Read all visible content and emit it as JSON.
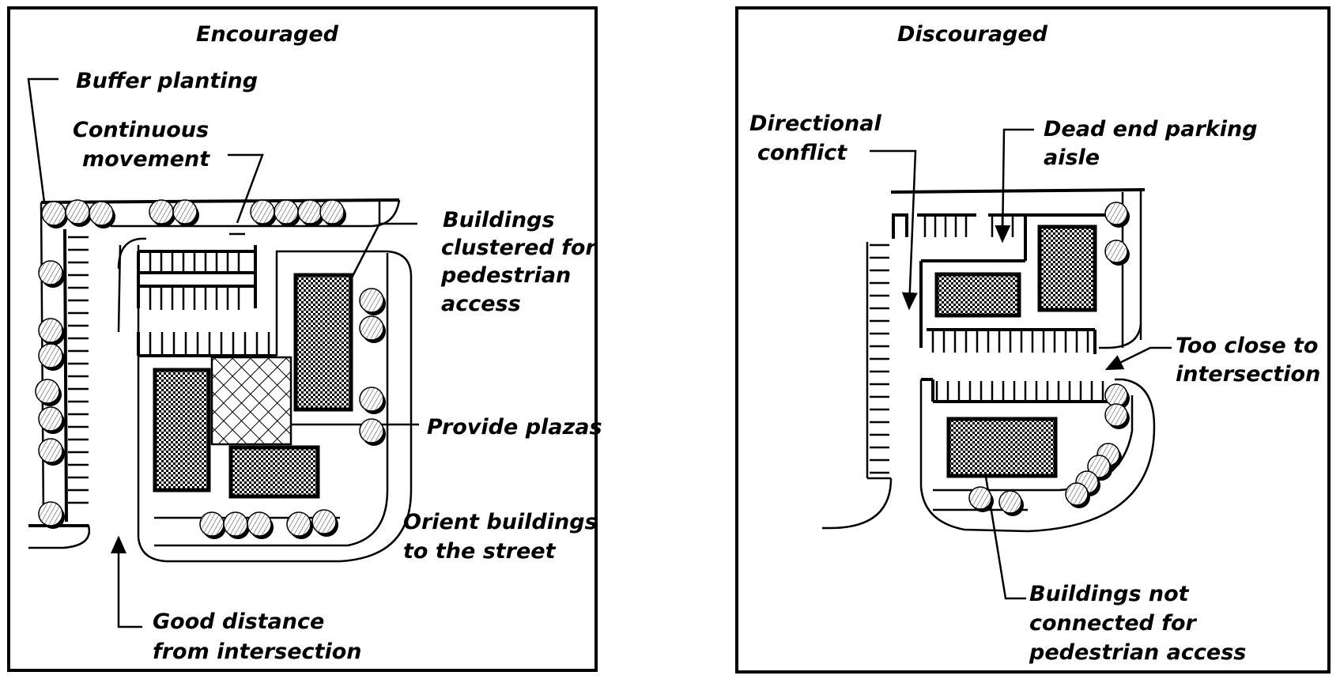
{
  "panels": [
    {
      "id": "encouraged",
      "title": "Encouraged",
      "labels": {
        "buffer_planting": "Buffer planting",
        "continuous_movement": [
          "Continuous",
          "movement"
        ],
        "buildings_clustered": [
          "Buildings",
          "clustered for",
          "pedestrian",
          "access"
        ],
        "provide_plazas": "Provide plazas",
        "orient_buildings": [
          "Orient buildings",
          "to the street"
        ],
        "good_distance": [
          "Good distance",
          "from intersection"
        ]
      }
    },
    {
      "id": "discouraged",
      "title": "Discouraged",
      "labels": {
        "directional_conflict": [
          "Directional",
          "conflict"
        ],
        "dead_end_aisle": [
          "Dead end parking",
          "aisle"
        ],
        "too_close": [
          "Too close to",
          "intersection"
        ],
        "not_connected": [
          "Buildings not",
          "connected for",
          "pedestrian access"
        ]
      }
    }
  ],
  "colors": {
    "ink": "#000000",
    "paper": "#ffffff"
  }
}
